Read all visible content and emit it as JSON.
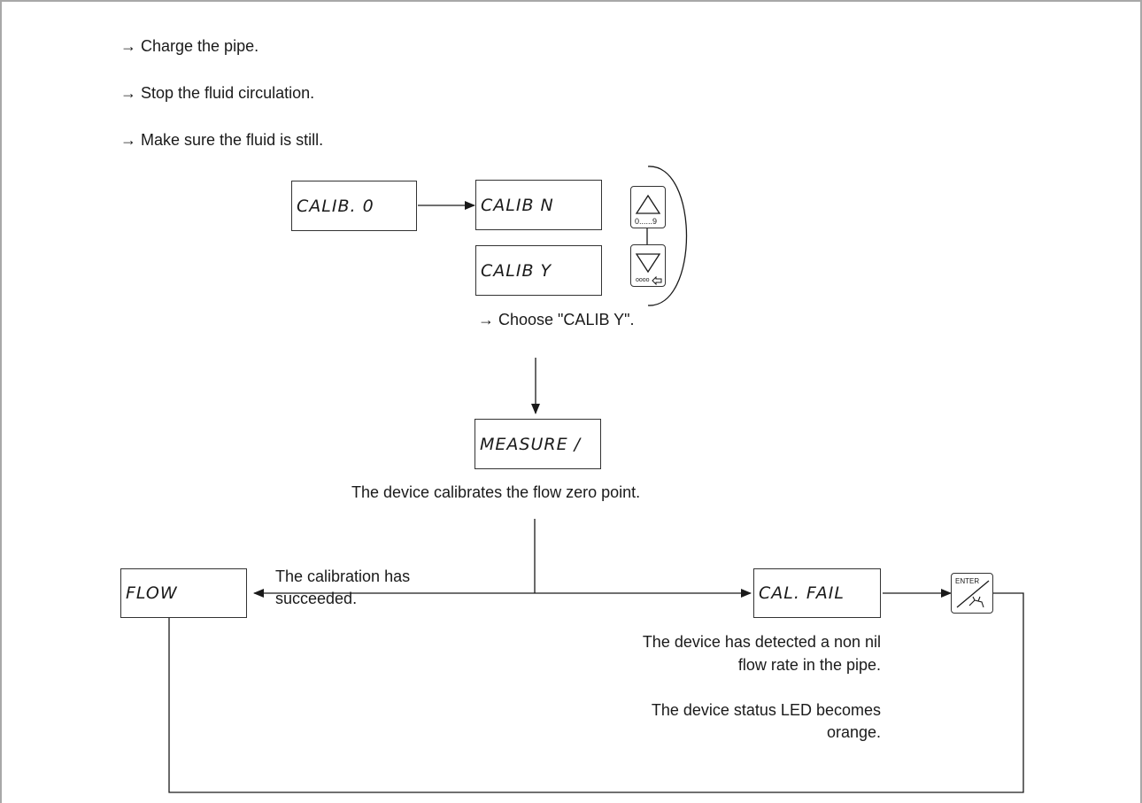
{
  "steps": [
    "→ Charge the pipe.",
    "→ Stop the fluid circulation.",
    "→ Make sure the fluid is still."
  ],
  "displays": {
    "calib_0": "CALIB. 0",
    "calib_n": "CALIB N",
    "calib_y": "CALIB Y",
    "measure": "MEASURE /",
    "flow": "FLOW",
    "cal_fail": "CAL. FAIL"
  },
  "keys": {
    "up_label": "0......9",
    "down_label": "oooo",
    "enter_label": "ENTER"
  },
  "texts": {
    "choose": "→ Choose \"CALIB Y\".",
    "calibrates": "The device calibrates the flow zero point.",
    "succeeded_1": "The calibration has",
    "succeeded_2": "succeeded.",
    "detected_1": "The device has detected a non nil",
    "detected_2": "flow rate in the pipe.",
    "led_1": "The device status LED becomes",
    "led_2": "orange."
  },
  "colors": {
    "line": "#1a1a1a",
    "frame": "#a8a8a8"
  },
  "icons": [
    "up-arrow-icon",
    "down-arrow-icon",
    "back-arrow-icon",
    "enter-hand-icon"
  ]
}
